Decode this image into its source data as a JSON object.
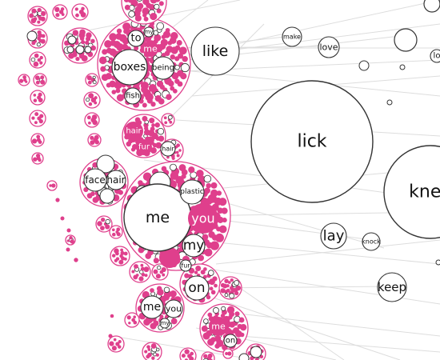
{
  "colors": {
    "accent": "#df3f8c",
    "outline": "#333333",
    "link": "#dddddd",
    "background": "#ffffff"
  },
  "words": [
    "to",
    "my",
    "me",
    "boxes",
    "being",
    "fish",
    "like",
    "make",
    "love",
    "lick",
    "knea",
    "hair",
    "fur",
    "face",
    "plastic",
    "you",
    "lay",
    "knock",
    "keep",
    "on",
    "lo"
  ]
}
